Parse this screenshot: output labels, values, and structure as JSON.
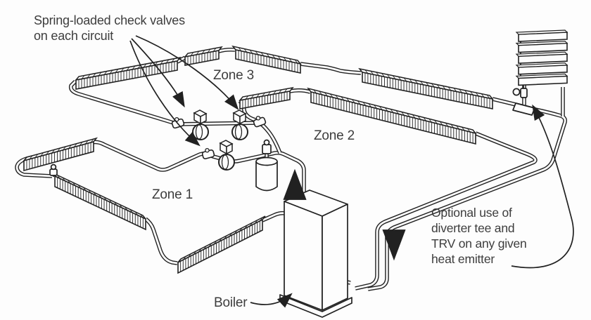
{
  "figure": {
    "background": "#fdfdfd",
    "ink_color": "#212121",
    "text_color": "#3d3d3d",
    "labels": {
      "check_valves_callout": "Spring-loaded check valves\non each circuit",
      "zone3": "Zone 3",
      "zone2": "Zone 2",
      "zone1": "Zone 1",
      "boiler": "Boiler",
      "trv_callout": "Optional use of\ndiverter tee and\nTRV on any given\nheat emitter"
    },
    "icons": {
      "flow_up_arrow": "up-arrow",
      "flow_down_arrow": "down-arrow",
      "callout_arrow": "curved-arrow",
      "circulator_pump": "disc-with-motor-cube",
      "check_valve": "inline-fitting",
      "expansion_tank": "cylinder",
      "boiler": "isometric-box",
      "panel_radiator": "slatted-panel",
      "trv": "valve-with-knob",
      "baseboard_emitter": "finned-tube"
    }
  }
}
